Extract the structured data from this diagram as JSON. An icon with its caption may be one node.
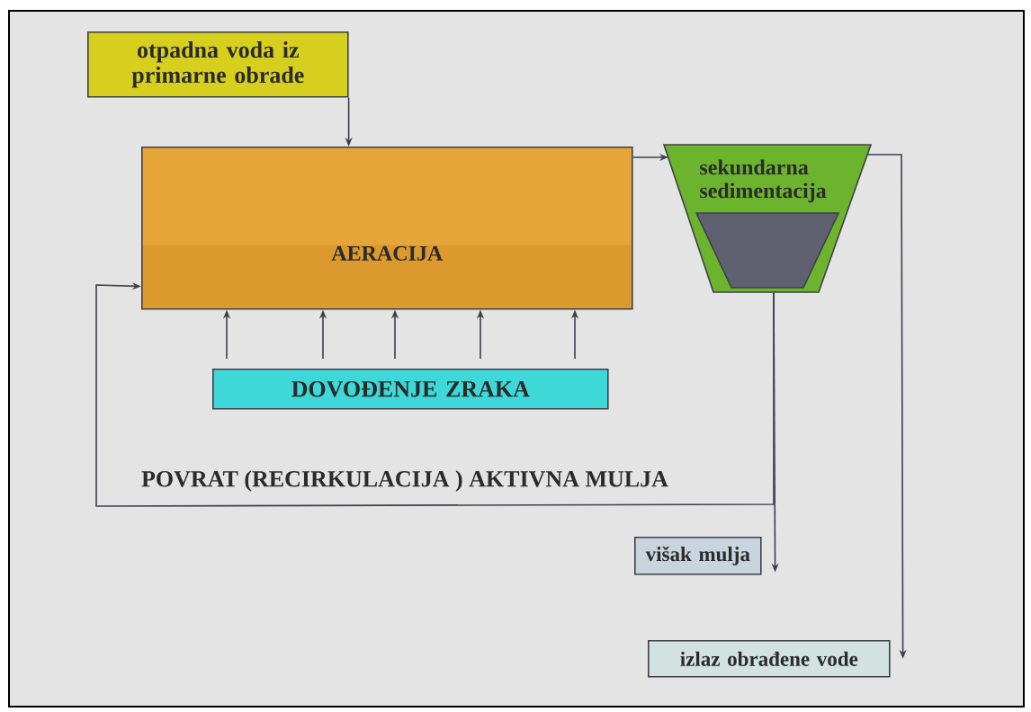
{
  "diagram": {
    "nodes": [
      {
        "text": [
          "otpadna voda iz primarne obrade"
        ]
      },
      {
        "text": [
          "AERACIJA"
        ]
      },
      {
        "text": [
          "sekundarna sedimentacija"
        ]
      },
      {
        "text": [
          "DOVOĐENJE ZRAKA"
        ]
      },
      {
        "text": [
          "višak mulja"
        ]
      },
      {
        "text": [
          "izlaz obrađene vode"
        ]
      }
    ],
    "edges": [
      {
        "from": 0,
        "to": 1,
        "arrow": "to"
      },
      {
        "from": 1,
        "to": 2,
        "arrow": "to"
      },
      {
        "from": 3,
        "to": 1,
        "arrow": "to"
      },
      {
        "from": 3,
        "to": 1,
        "arrow": "to"
      },
      {
        "from": 3,
        "to": 1,
        "arrow": "to"
      },
      {
        "from": 3,
        "to": 1,
        "arrow": "to"
      },
      {
        "from": 3,
        "to": 1,
        "arrow": "to"
      },
      {
        "from": 2,
        "to": 1,
        "arrow": "to",
        "label": "POVRAT (RECIRKULACIJA ) AKTIVNA MULJA"
      },
      {
        "from": 2,
        "to": 4,
        "arrow": "to"
      },
      {
        "from": 2,
        "to": 5,
        "arrow": "to"
      }
    ]
  }
}
